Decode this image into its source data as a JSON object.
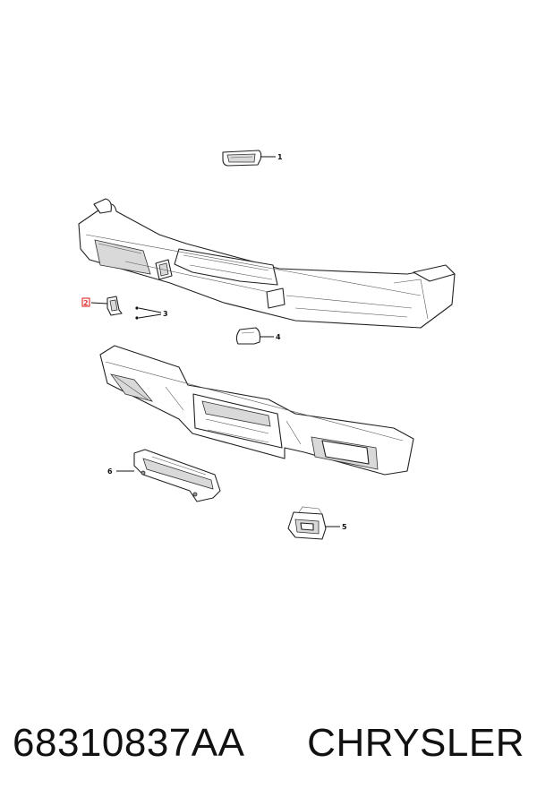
{
  "diagram": {
    "callouts": [
      "1",
      "2",
      "3",
      "4",
      "5",
      "6"
    ],
    "highlight_color": "#e23b3b"
  },
  "caption": {
    "part_number": "68310837AA",
    "brand": "CHRYSLER"
  }
}
